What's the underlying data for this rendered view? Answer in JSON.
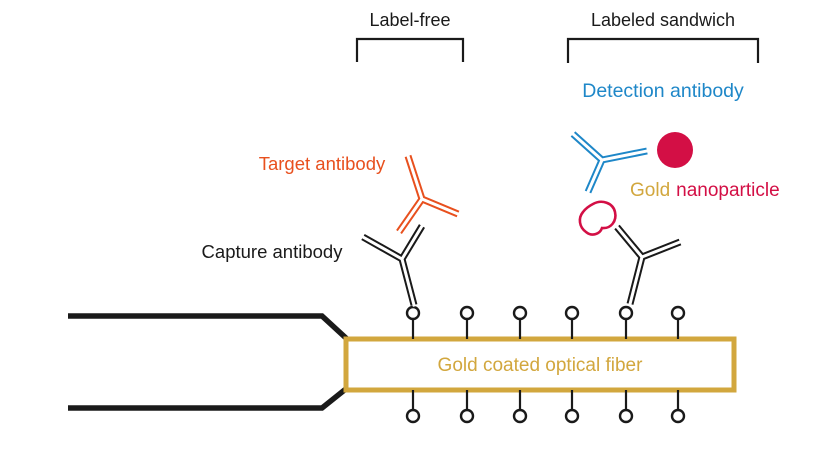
{
  "labels": {
    "label_free": "Label-free",
    "labeled_sandwich": "Labeled sandwich",
    "detection_antibody": "Detection antibody",
    "target_antibody": "Target antibody",
    "capture_antibody": "Capture antibody",
    "gold_nanoparticle_word1": "Gold",
    "gold_nanoparticle_word2": "nanoparticle",
    "fiber": "Gold coated optical fiber"
  },
  "colors": {
    "text_black": "#1a1a1a",
    "gold": "#d2a73e",
    "blue": "#1e87c8",
    "orange": "#e8501e",
    "crimson": "#d30f45"
  },
  "glyphs": {
    "capture_antibody": "black Y-shaped double-line antibody",
    "target_antibody": "orange Y-shaped double-line antibody",
    "detection_antibody": "blue Y-shaped double-line antibody",
    "gold_nanoparticle": "filled crimson circle",
    "antigen": "crimson outlined blob",
    "receptor_site": "small open circle on stem"
  }
}
